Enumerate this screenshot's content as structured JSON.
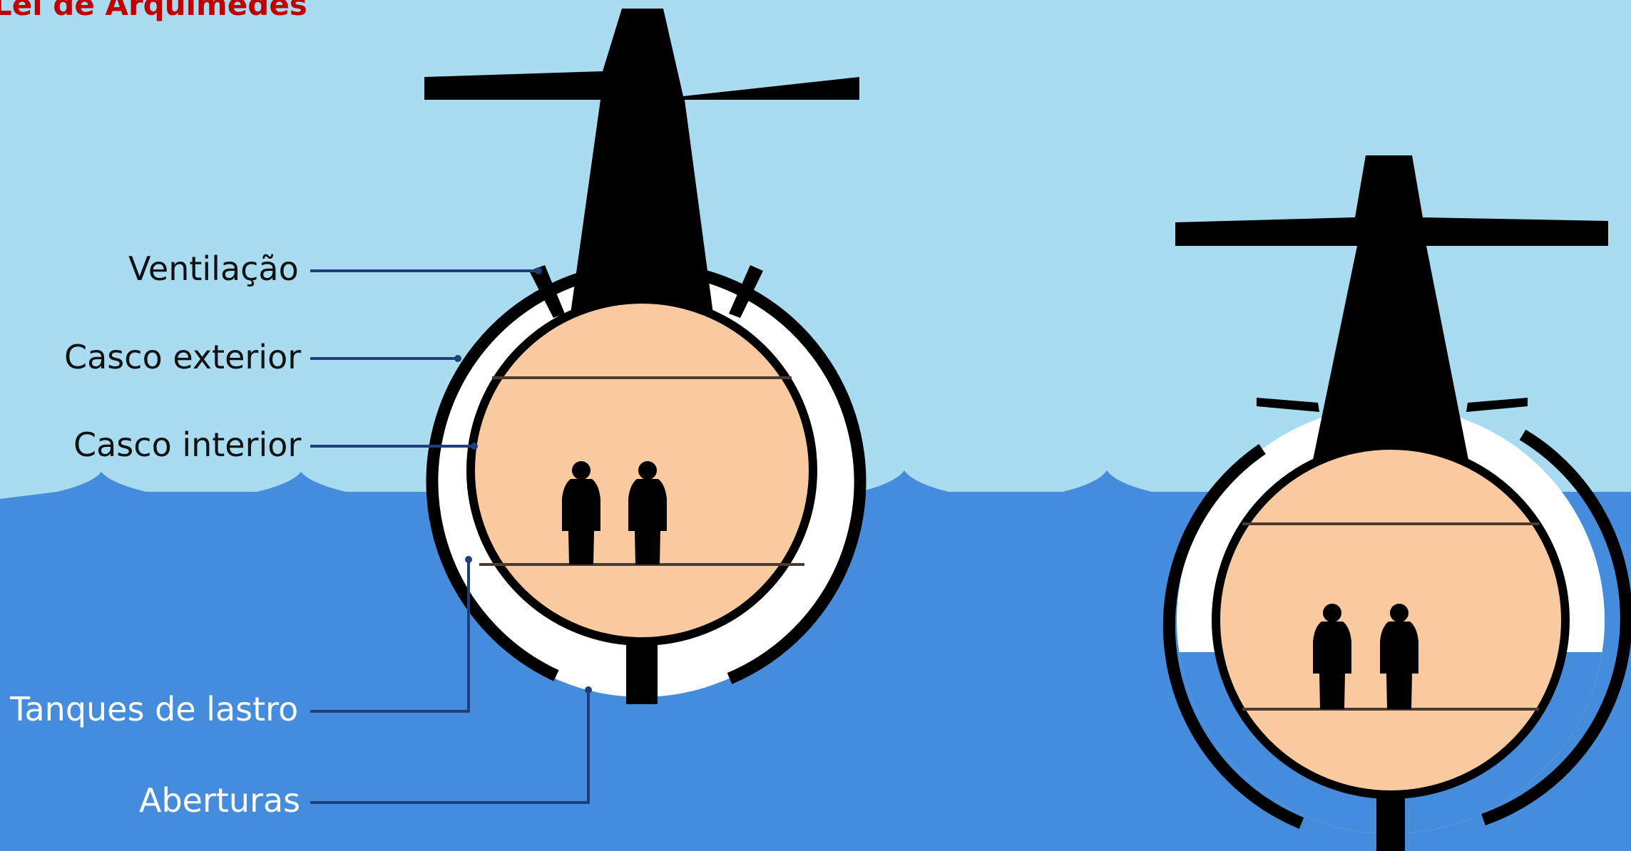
{
  "title": "Lei de Arquimedes",
  "labels": {
    "ventilacao": "Ventilação",
    "casco_exterior": "Casco exterior",
    "casco_interior": "Casco interior",
    "tanques_de_lastro": "Tanques de lastro",
    "aberturas": "Aberturas"
  },
  "colors": {
    "sky": "#a9dcf1",
    "sea": "#458ddc",
    "hull": "#000000",
    "interior": "#f9caa0",
    "ballast_air": "#ffffff",
    "leader_line": "#1f3f7a",
    "title": "#c00000"
  }
}
